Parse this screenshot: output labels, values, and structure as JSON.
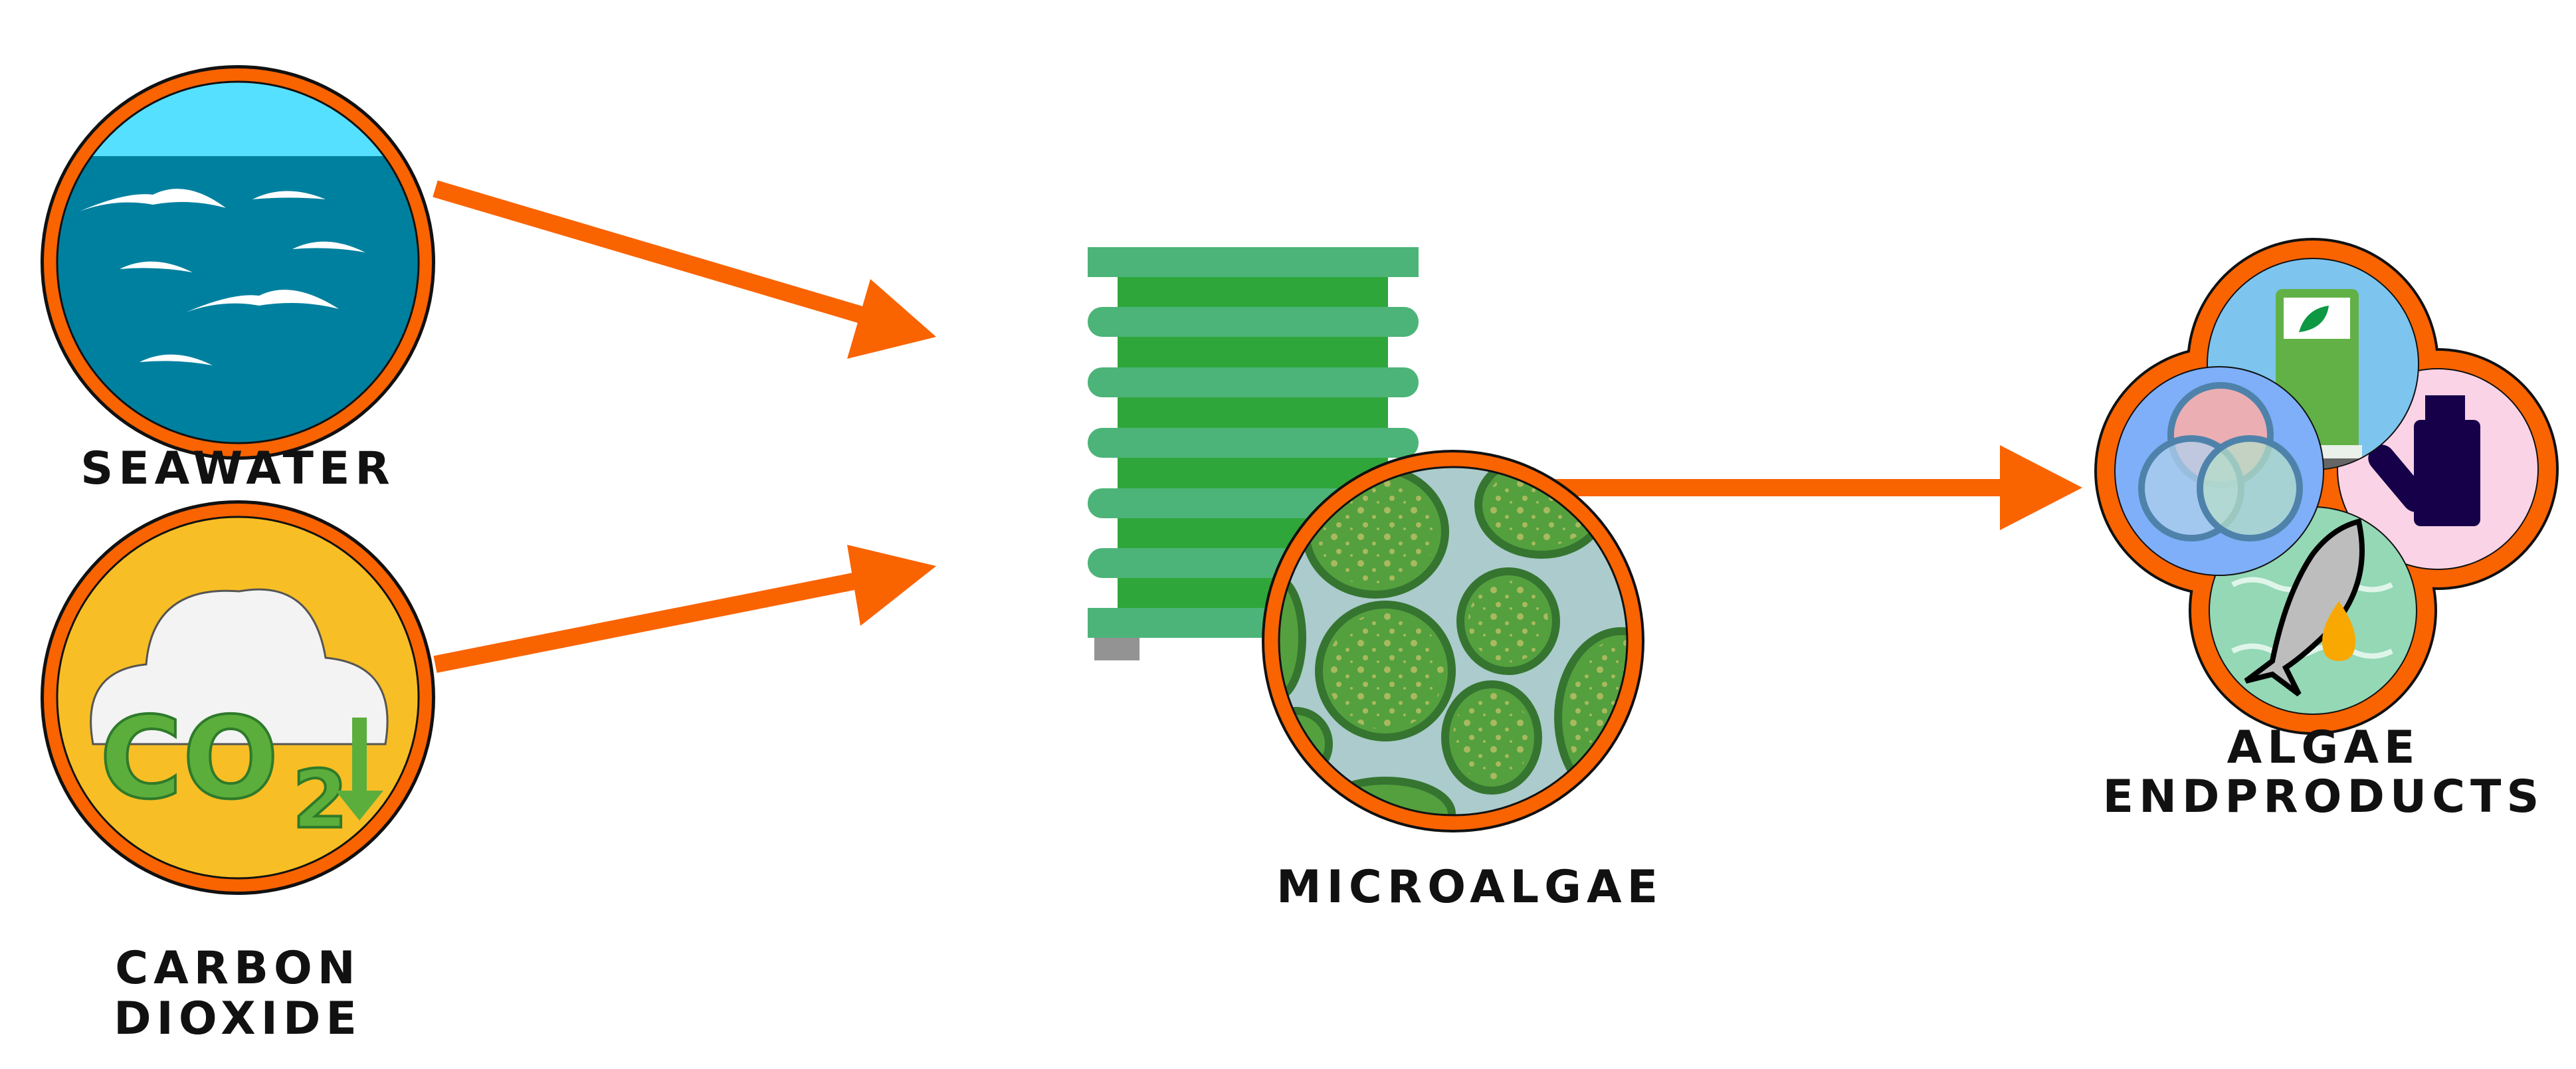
{
  "nodes": {
    "seawater": {
      "label": "SEAWATER"
    },
    "carbon_dioxide": {
      "label_line1": "CARBON",
      "label_line2": "DIOXIDE",
      "icon_text": "CO",
      "icon_subscript": "2"
    },
    "microalgae": {
      "label": "MICROALGAE"
    },
    "endproducts": {
      "label_line1": "ALGAE",
      "label_line2": "ENDPRODUCTS"
    }
  },
  "edges": [
    {
      "from": "seawater",
      "to": "photobioreactor"
    },
    {
      "from": "carbon_dioxide",
      "to": "photobioreactor"
    },
    {
      "from": "microalgae",
      "to": "endproducts"
    }
  ],
  "icons": [
    "waves-icon",
    "co2-cloud-icon",
    "photobioreactor-icon",
    "microalgae-cells-icon",
    "biofuel-pump-icon",
    "pigments-venn-icon",
    "pharma-bottle-icon",
    "fish-oil-icon"
  ],
  "colors": {
    "arrow": "#F96300",
    "ring": "#F96300",
    "sky": "#55E0FF",
    "sea": "#00809F",
    "co2_bg": "#F7BF25",
    "co2_text": "#5BAE3C",
    "reactor_band": "#4CB478",
    "reactor_body": "#2FA63A",
    "cell_bg": "#ABCBCC",
    "cell": "#54A03E",
    "cell_edge": "#357530"
  }
}
